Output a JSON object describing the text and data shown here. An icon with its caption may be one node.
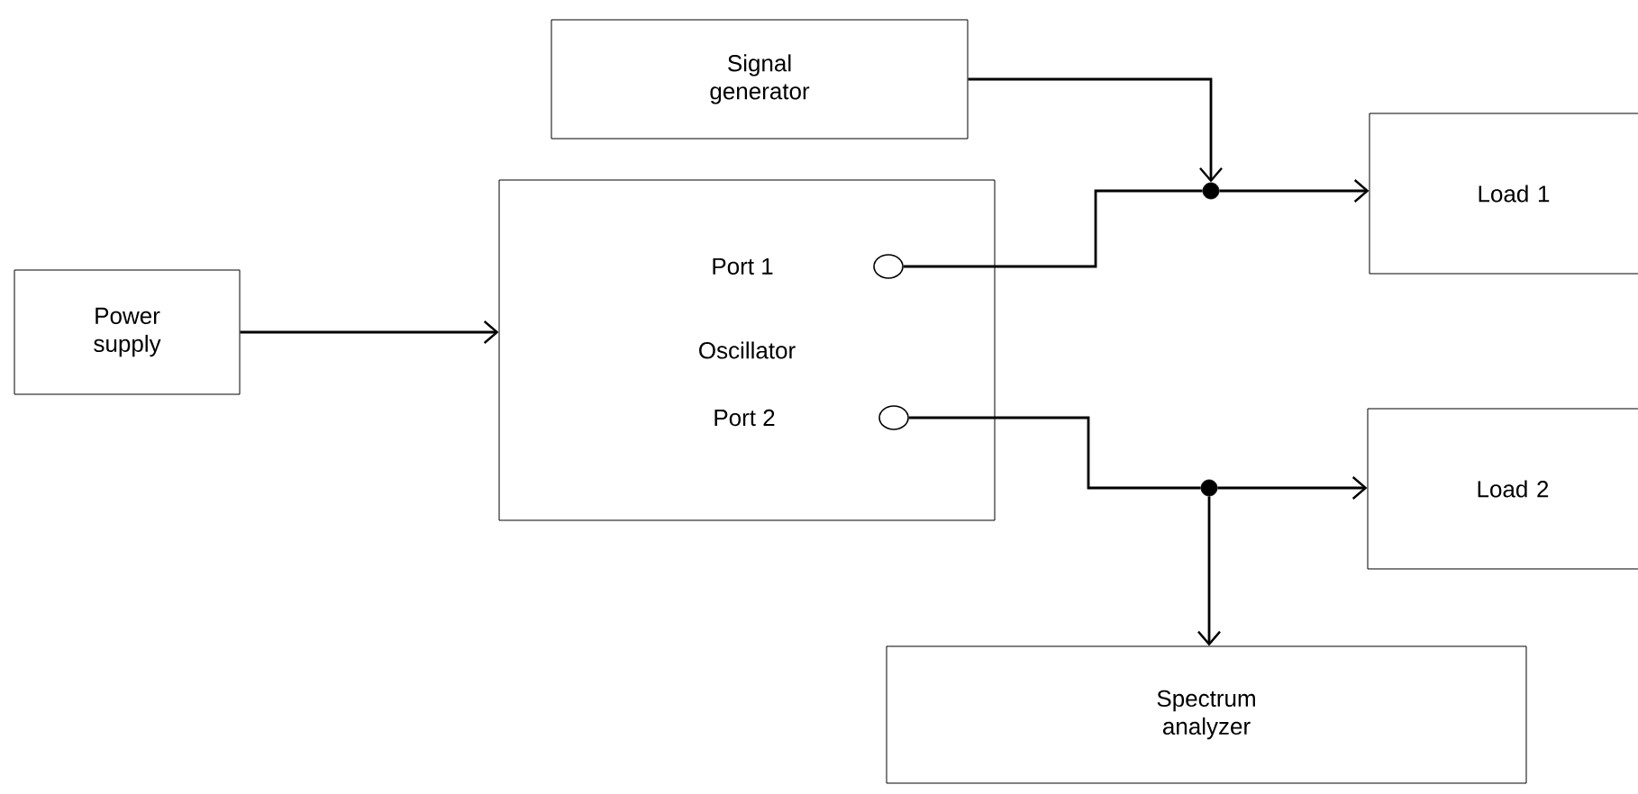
{
  "diagram": {
    "nodes": [
      {
        "text": [
          "Signal generator"
        ]
      },
      {
        "text": [
          "Power supply"
        ]
      },
      {
        "text": [
          "Oscillator"
        ]
      },
      {
        "text": [],
        "shape": "circle",
        "in": 2
      },
      {
        "text": [],
        "shape": "circle",
        "in": 2
      },
      {
        "text": [],
        "shape": "circle"
      },
      {
        "text": [
          "Load 1"
        ]
      },
      {
        "text": [],
        "shape": "circle"
      },
      {
        "text": [
          "Load 2"
        ]
      },
      {
        "text": [
          "Spectrum analyzer"
        ]
      }
    ],
    "edges": [
      {
        "from": 1,
        "to": 2,
        "arrow": "to"
      },
      {
        "from": 0,
        "to": 5,
        "arrow": "to"
      },
      {
        "from": 3,
        "to": 5,
        "arrow": "none"
      },
      {
        "from": 5,
        "to": 6,
        "arrow": "to"
      },
      {
        "from": 4,
        "to": 7,
        "arrow": "none"
      },
      {
        "from": 7,
        "to": 8,
        "arrow": "to"
      },
      {
        "from": 7,
        "to": 9,
        "arrow": "to"
      }
    ],
    "labels": [
      "Port 1",
      "Port 2"
    ]
  }
}
